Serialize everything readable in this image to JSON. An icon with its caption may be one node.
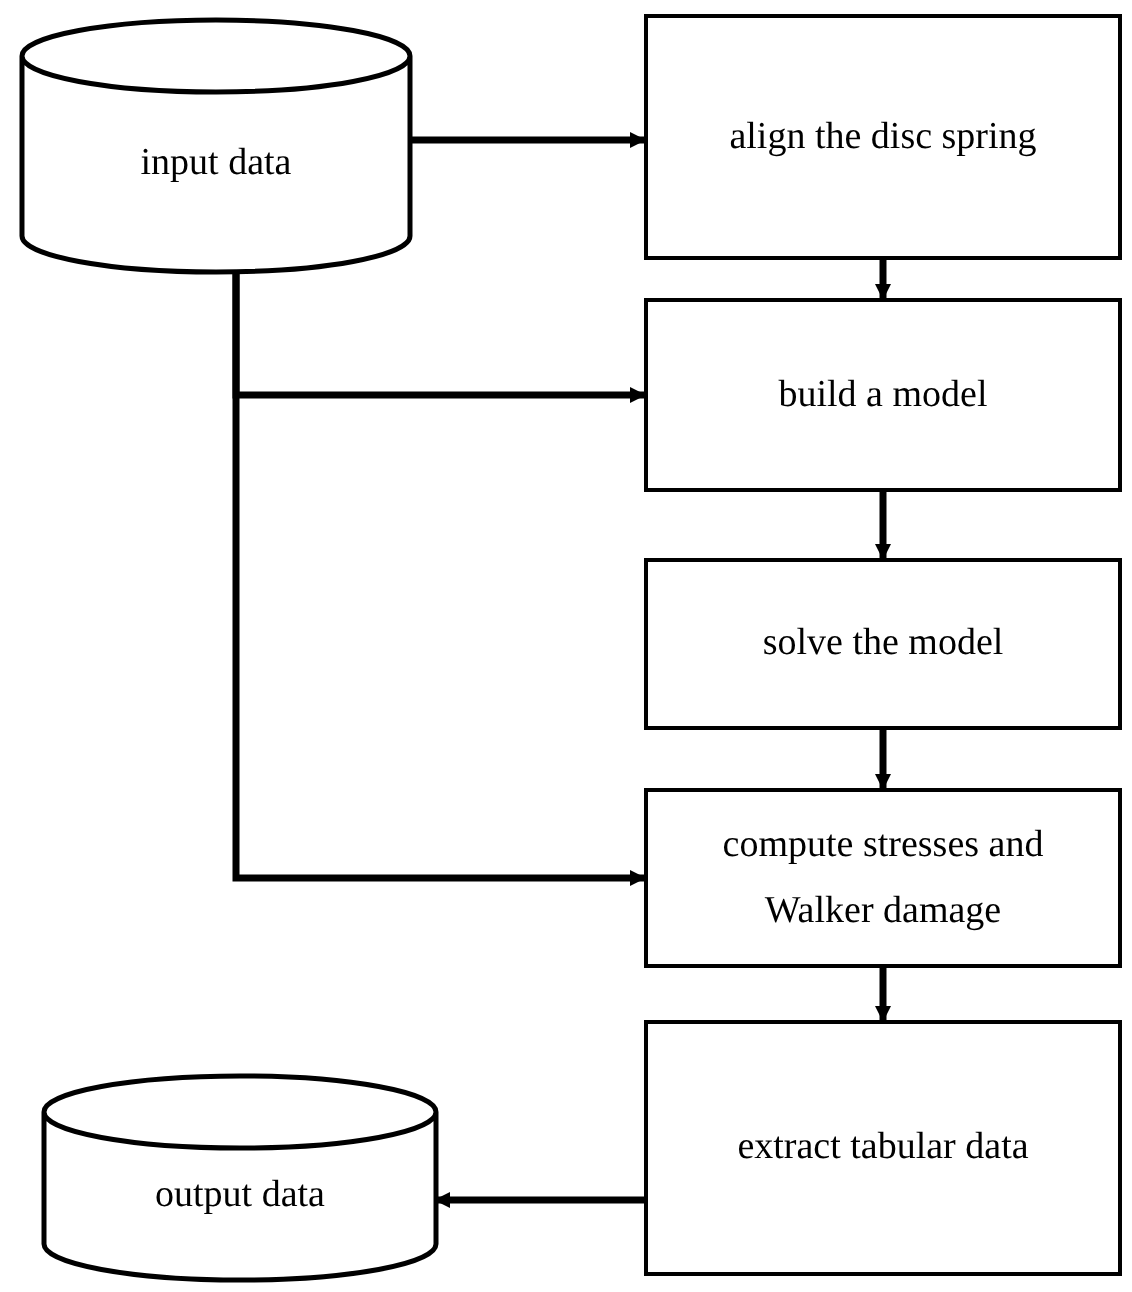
{
  "diagram": {
    "nodes": [
      {
        "text": [
          "input data"
        ]
      },
      {
        "text": [
          "align the disc spring"
        ]
      },
      {
        "text": [
          "build a model"
        ]
      },
      {
        "text": [
          "solve the model"
        ]
      },
      {
        "text": [
          "compute stresses and Walker damage"
        ]
      },
      {
        "text": [
          "extract tabular data"
        ]
      },
      {
        "text": [
          "output data"
        ]
      }
    ],
    "edges": [
      {
        "from": 0,
        "to": 1,
        "arrow": "to"
      },
      {
        "from": 1,
        "to": 2,
        "arrow": "to"
      },
      {
        "from": 0,
        "to": 2,
        "arrow": "to"
      },
      {
        "from": 2,
        "to": 3,
        "arrow": "to"
      },
      {
        "from": 3,
        "to": 4,
        "arrow": "to"
      },
      {
        "from": 0,
        "to": 4,
        "arrow": "to"
      },
      {
        "from": 4,
        "to": 5,
        "arrow": "to"
      },
      {
        "from": 5,
        "to": 6,
        "arrow": "to"
      }
    ]
  }
}
